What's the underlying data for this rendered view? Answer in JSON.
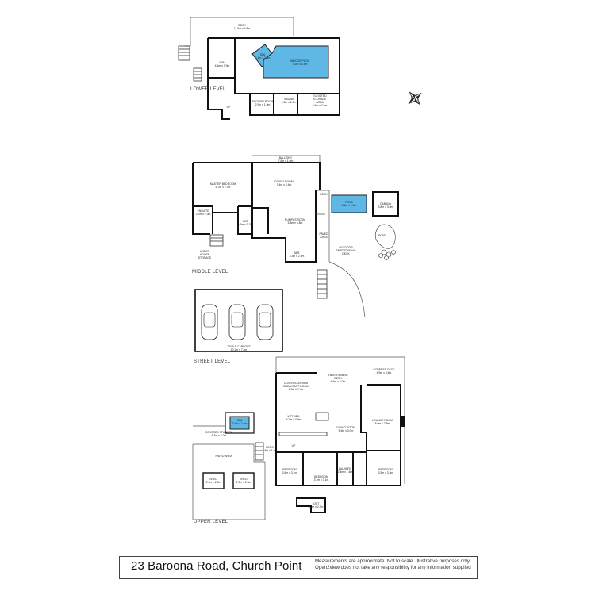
{
  "levels": {
    "lower": "LOWER LEVEL",
    "middle": "MIDDLE LEVEL",
    "street": "STREET LEVEL",
    "upper": "UPPER LEVEL"
  },
  "rooms": {
    "lower_deck": [
      "DECK",
      "11.5m x 4.8m"
    ],
    "lower_gym": [
      "GYM",
      "4.6m x 3.9m"
    ],
    "lower_spa": [
      "SPA",
      "3.1m x 2.4m"
    ],
    "lower_pool": [
      "INDOOR POOL",
      "9.1m x 3.5m"
    ],
    "lower_shower": [
      "SHOWER ROOM",
      "2.9m x 1.9m"
    ],
    "lower_sauna": [
      "SAUNA",
      "2.3m x 2.1m"
    ],
    "lower_storage": [
      "ELEVATED",
      "STORAGE",
      "AREA",
      "8.6m x 2.6m"
    ],
    "mid_balcony": [
      "BALCONY",
      "7.8m x 1.6m"
    ],
    "mid_master": [
      "MASTER BEDROOM",
      "6.7m x 2.7m"
    ],
    "mid_dining": [
      "DINING ROOM",
      "7.4m x 4.4m"
    ],
    "mid_ensuite": [
      "ENSUITE",
      "2.7m x 2.3m"
    ],
    "mid_rumpus": [
      "RUMPUS ROOM",
      "5.3m x 4.8m"
    ],
    "mid_wir": [
      "WIR",
      "2.3m x 1.7m"
    ],
    "mid_under": [
      "UNDER",
      "HOUSE",
      "STORAGE"
    ],
    "mid_bar": [
      "BAR",
      "3.3m x 2.2m"
    ],
    "mid_deck": [
      "DECK"
    ],
    "mid_pond_pool": [
      "POND",
      "6.1m x 2.1m"
    ],
    "mid_cabana": [
      "CABANA",
      "3.8m x 3.0m"
    ],
    "mid_paved": [
      "PAVED",
      "AREA"
    ],
    "mid_outdoor": [
      "OUTDOOR",
      "ENTERTAINING",
      "DECK"
    ],
    "mid_pond": [
      "POND"
    ],
    "street_carport": [
      "TRIPLE CARPORT",
      "10.1m x 7.3m"
    ],
    "up_covered_atrium": [
      "COVERED ATRIUM",
      "BREAKFAST ROOM",
      "4.3m x 2.7m"
    ],
    "up_entertaining": [
      "ENTERTAINING",
      "DECK",
      "6.6m x 6.0m"
    ],
    "up_covered_deck": [
      "COVERED DECK",
      "4.9m x 3.5m"
    ],
    "up_kitchen": [
      "KITCHEN",
      "6.7m x 4.6m"
    ],
    "up_dining": [
      "DINING ROOM",
      "5.5m x 3.0m"
    ],
    "up_lounge": [
      "LOUNGE ROOM",
      "8.0m x 7.8m"
    ],
    "up_spa": [
      "SPA",
      "2.3m x 2.2m"
    ],
    "up_covered_spa": [
      "COVERED SPA AREA",
      "6.3m x 4.2m"
    ],
    "up_patio": [
      "PATIO",
      "4.8m x 1.6m"
    ],
    "up_paved": [
      "PAVED AREA"
    ],
    "up_shed1": [
      "SHED",
      "2.9m x 2.3m"
    ],
    "up_shed2": [
      "SHED",
      "2.3m x 2.3m"
    ],
    "up_bedroom1": [
      "BEDROOM",
      "3.6m x 3.1m"
    ],
    "up_bedroom2": [
      "BEDROOM",
      "3.7m x 3.1m"
    ],
    "up_laundry": [
      "LAUNDRY",
      "2.4m x 1.6m"
    ],
    "up_bedroom3": [
      "BEDROOM",
      "3.5m x 3.3m"
    ],
    "up_loft": [
      "LOFT",
      "4.0m x 2.3m"
    ],
    "up_up": [
      "UP"
    ],
    "low_up": [
      "UP"
    ]
  },
  "footer": {
    "address": "23 Baroona Road, Church Point",
    "disclaimer_line1": "Measurements are approximate. Not to scale. Illustrative purposes only",
    "disclaimer_line2": "Open2view does not take any responsibility for any information supplied"
  },
  "colors": {
    "water": "#5fb7e5",
    "wall": "#111111"
  },
  "icons": {
    "compass": "compass-rose-icon",
    "car": "car-icon"
  }
}
